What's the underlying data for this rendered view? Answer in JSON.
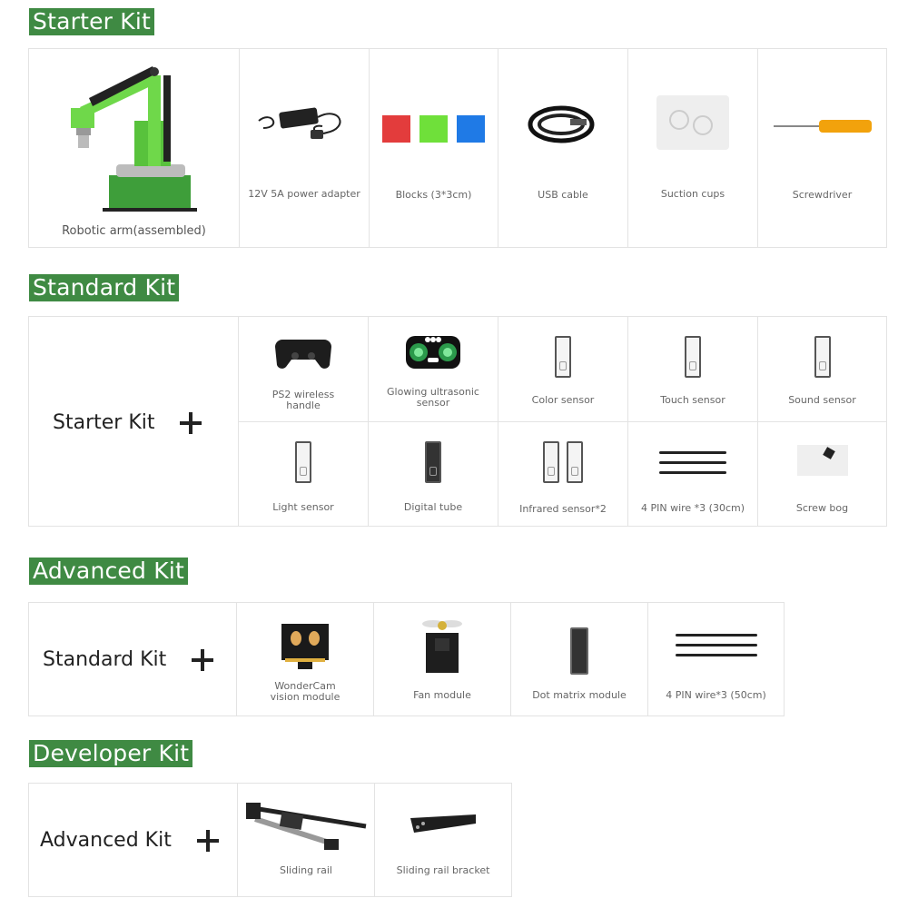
{
  "sections": {
    "starter": {
      "title": "Starter Kit",
      "items": [
        {
          "label": "Robotic arm(assembled)",
          "icon": "robotic-arm-icon"
        },
        {
          "label": "12V 5A power adapter",
          "icon": "power-adapter-icon"
        },
        {
          "label": "Blocks (3*3cm)",
          "icon": "blocks-icon"
        },
        {
          "label": "USB cable",
          "icon": "usb-cable-icon"
        },
        {
          "label": "Suction cups",
          "icon": "suction-cups-icon"
        },
        {
          "label": "Screwdriver",
          "icon": "screwdriver-icon"
        }
      ]
    },
    "standard": {
      "title": "Standard Kit",
      "lead": "Starter Kit",
      "items": [
        {
          "label": "PS2 wireless handle",
          "icon": "gamepad-icon"
        },
        {
          "label": "Glowing ultrasonic sensor",
          "icon": "ultrasonic-sensor-icon"
        },
        {
          "label": "Color sensor",
          "icon": "color-sensor-icon"
        },
        {
          "label": "Touch sensor",
          "icon": "touch-sensor-icon"
        },
        {
          "label": "Sound sensor",
          "icon": "sound-sensor-icon"
        },
        {
          "label": "Light sensor",
          "icon": "light-sensor-icon"
        },
        {
          "label": "Digital tube",
          "icon": "digital-tube-icon"
        },
        {
          "label": "Infrared sensor*2",
          "icon": "infrared-sensor-icon"
        },
        {
          "label": "4 PIN wire *3 (30cm)",
          "icon": "wires-icon"
        },
        {
          "label": "Screw bog",
          "icon": "screw-bag-icon"
        }
      ]
    },
    "advanced": {
      "title": "Advanced Kit",
      "lead": "Standard Kit",
      "items": [
        {
          "label": "WonderCam vision module",
          "icon": "camera-module-icon"
        },
        {
          "label": "Fan module",
          "icon": "fan-module-icon"
        },
        {
          "label": "Dot matrix module",
          "icon": "dot-matrix-icon"
        },
        {
          "label": "4 PIN wire*3 (50cm)",
          "icon": "wires-icon"
        }
      ]
    },
    "developer": {
      "title": "Developer Kit",
      "lead": "Advanced Kit",
      "items": [
        {
          "label": "Sliding rail",
          "icon": "sliding-rail-icon"
        },
        {
          "label": "Sliding rail bracket",
          "icon": "rail-bracket-icon"
        }
      ]
    }
  },
  "colors": {
    "title_bg": "#3f8a43",
    "border": "#e3e3e3",
    "arm_green": "#6fd84a"
  }
}
